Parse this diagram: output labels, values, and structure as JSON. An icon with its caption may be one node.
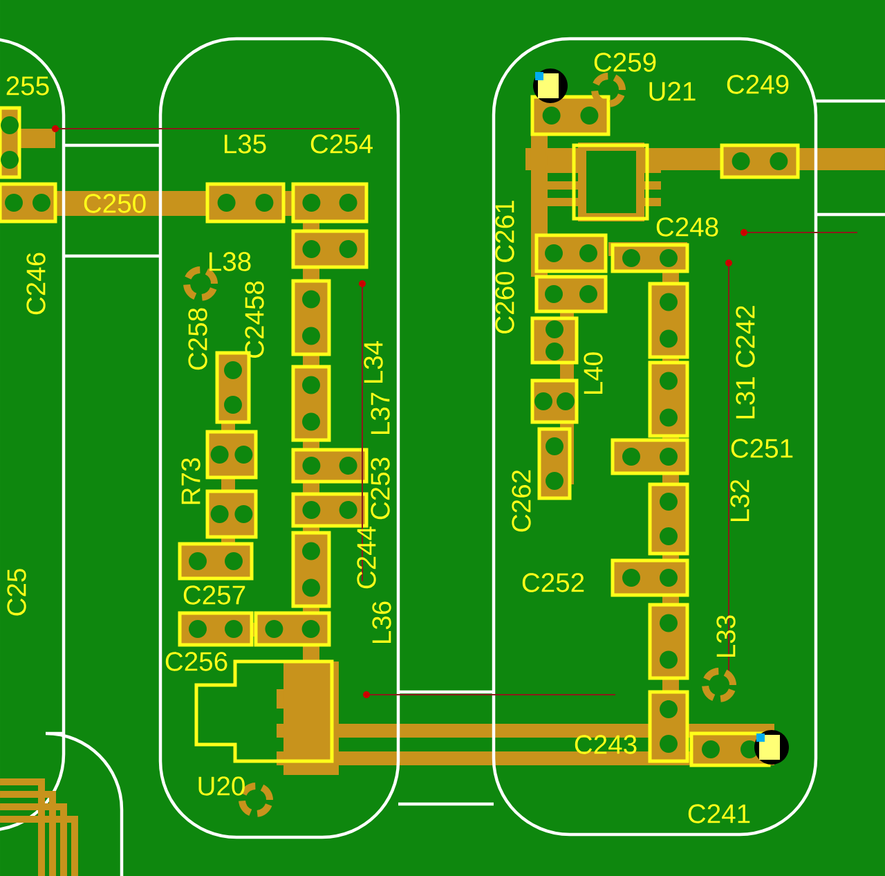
{
  "diagram": {
    "labels": [
      "255",
      "L35",
      "C254",
      "C259",
      "U21",
      "C249",
      "C250",
      "C248",
      "L38",
      "C2458",
      "C246",
      "C260 C261",
      "C258",
      "L34",
      "L31 C242",
      "L40",
      "L37",
      "C251",
      "R73",
      "C253",
      "L32",
      "C262",
      "C244",
      "C25",
      "C252",
      "C257",
      "L36",
      "L33",
      "C256",
      "C243",
      "U20",
      "C241"
    ]
  }
}
